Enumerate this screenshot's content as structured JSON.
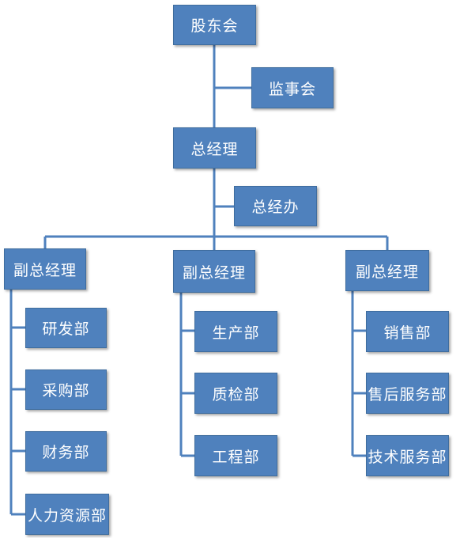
{
  "colors": {
    "box_fill": "#4f81bd",
    "box_border": "#3f6d9e",
    "connector": "#4f81bd",
    "text": "#ffffff"
  },
  "org": {
    "shareholders": "股东会",
    "supervisors": "监事会",
    "general_manager": "总经理",
    "gm_office": "总经办",
    "vp_left": "副总经理",
    "vp_center": "副总经理",
    "vp_right": "副总经理",
    "left_depts": [
      "研发部",
      "采购部",
      "财务部",
      "人力资源部"
    ],
    "center_depts": [
      "生产部",
      "质检部",
      "工程部"
    ],
    "right_depts": [
      "销售部",
      "售后服务部",
      "技术服务部"
    ]
  }
}
